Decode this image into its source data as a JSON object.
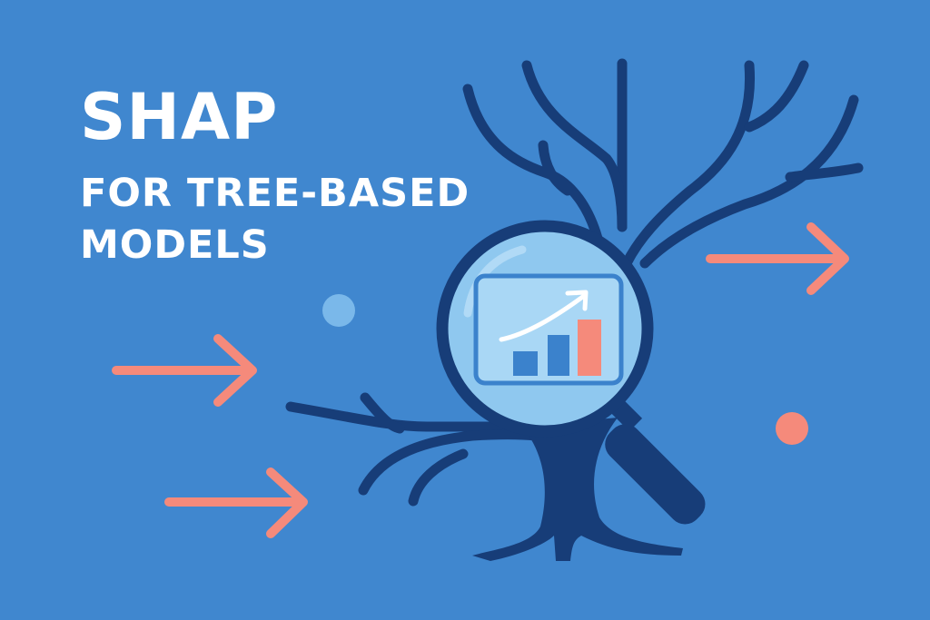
{
  "title": {
    "main": "SHAP",
    "line2": "FOR TREE-BASED",
    "line3": "MODELS"
  },
  "colors": {
    "background": "#4087cf",
    "tree": "#173d78",
    "arrow": "#f58a7b",
    "lens": "#8fc8ef",
    "bar_blue": "#3b82cc",
    "bar_accent": "#f58a7b"
  },
  "icons": [
    "tree-icon",
    "magnifying-glass-icon",
    "bar-chart-icon",
    "trend-arrow-icon",
    "arrow-right-icon"
  ]
}
